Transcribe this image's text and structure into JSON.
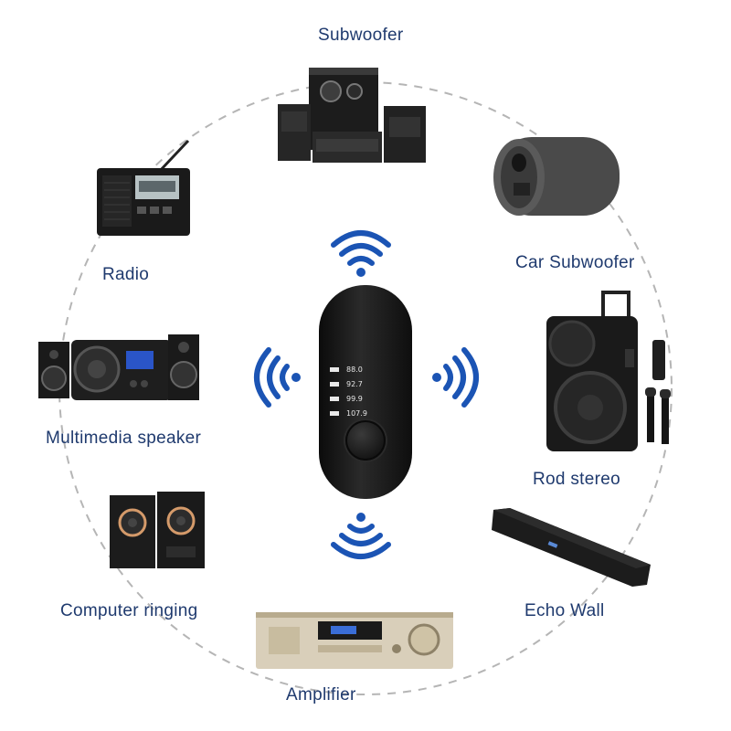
{
  "labels": {
    "subwoofer": "Subwoofer",
    "radio": "Radio",
    "car_subwoofer": "Car Subwoofer",
    "multimedia_speaker": "Multimedia speaker",
    "rod_stereo": "Rod stereo",
    "computer_ringing": "Computer ringing",
    "echo_wall": "Echo Wall",
    "amplifier": "Amplifier"
  },
  "transmitter": {
    "frequencies": [
      "88.0",
      "92.7",
      "99.9",
      "107.9"
    ]
  },
  "colors": {
    "label_text": "#1f3a6e",
    "signal_blue": "#1b54b4",
    "dashed_circle": "#b5b5b5",
    "device_black": "#141414"
  },
  "icons": {
    "signal_top": "wifi-signal-icon",
    "signal_bottom": "wifi-signal-icon",
    "signal_left": "wifi-signal-icon",
    "signal_right": "wifi-signal-icon"
  }
}
